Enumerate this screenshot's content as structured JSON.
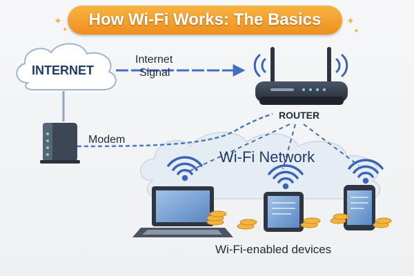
{
  "title": "How Wi-Fi Works: The Basics",
  "nodes": {
    "internet": "INTERNET",
    "router": "ROUTER",
    "modem": "Modem",
    "network": "Wi-Fi Network",
    "devices": "Wi-Fi-enabled devices"
  },
  "connection": {
    "line1": "Internet",
    "line2": "Signal"
  },
  "colors": {
    "banner": "#f0a02c",
    "arrow": "#3f6fbf",
    "wifi_waves": "#3a64b8",
    "coins": "#f2b43a"
  },
  "icons": [
    "cloud-icon",
    "modem-icon",
    "router-icon",
    "laptop-icon",
    "tablet-icon",
    "phone-icon",
    "wifi-icon",
    "coin-icon",
    "star-icon"
  ]
}
